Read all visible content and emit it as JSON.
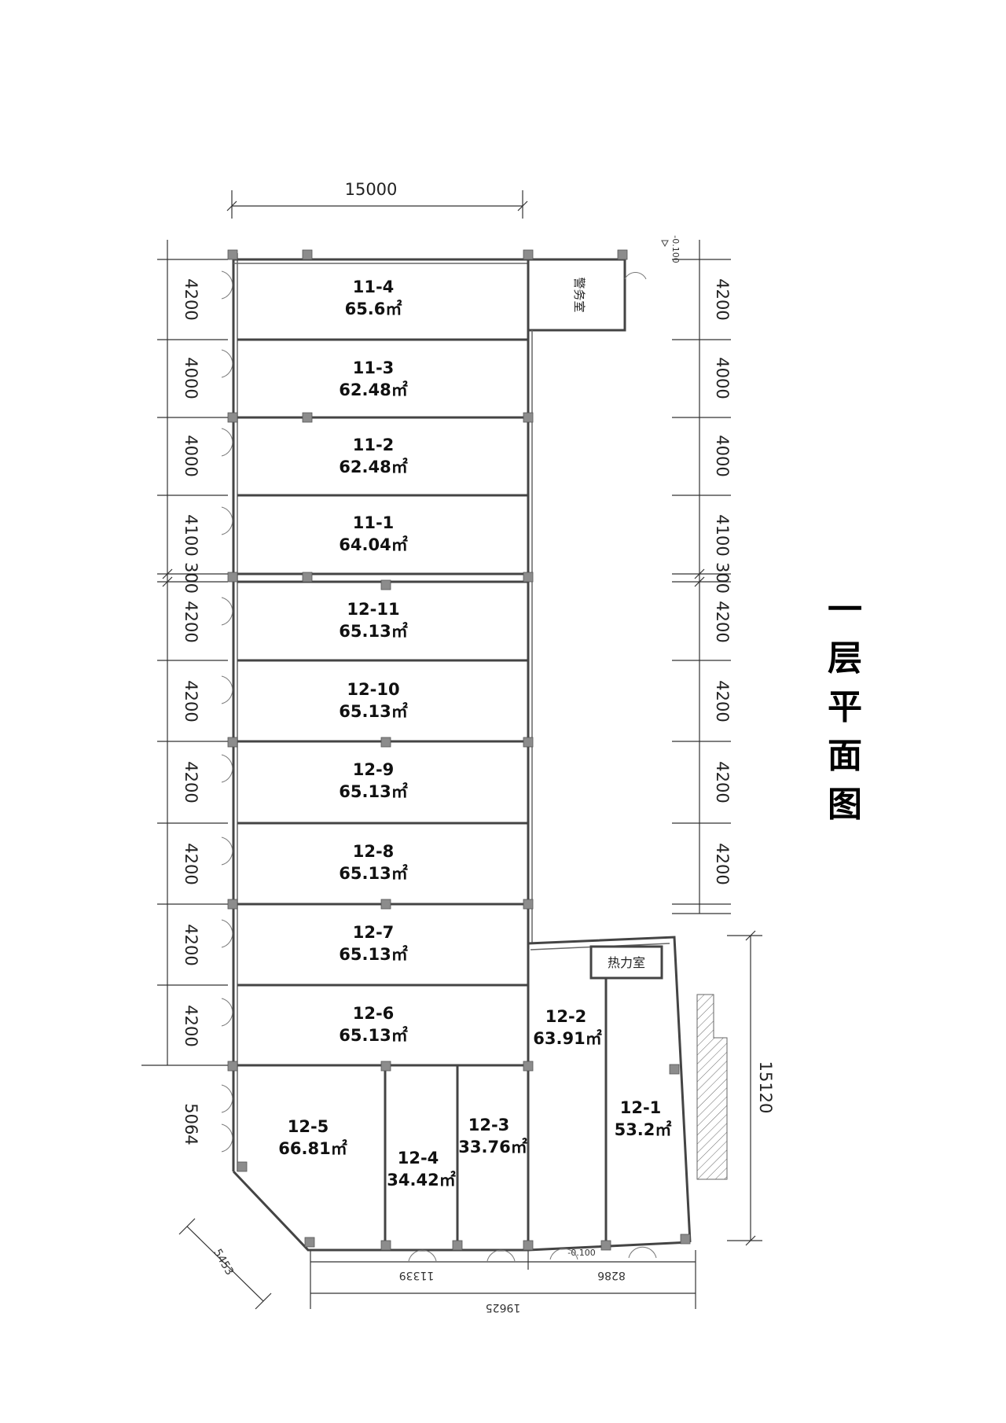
{
  "title": "一层平面图",
  "title_chars": [
    "一",
    "层",
    "平",
    "面",
    "图"
  ],
  "dimensions": {
    "top_width": "15000",
    "left": [
      "4200",
      "4000",
      "4000",
      "4100",
      "300",
      "4200",
      "4200",
      "4200",
      "4200",
      "4200",
      "4200",
      "5064"
    ],
    "right": [
      "4200",
      "4000",
      "4000",
      "4100",
      "300",
      "4200",
      "4200",
      "4200",
      "4200"
    ],
    "right_depth": "15120",
    "bottom_diagonal": "5453",
    "bottom_left": "11339",
    "bottom_right": "8286",
    "bottom_total": "19625",
    "level_top": "-0.100",
    "level_bottom": "-0.100"
  },
  "units": [
    {
      "id": "11-4",
      "area": "65.6㎡"
    },
    {
      "id": "11-3",
      "area": "62.48㎡"
    },
    {
      "id": "11-2",
      "area": "62.48㎡"
    },
    {
      "id": "11-1",
      "area": "64.04㎡"
    },
    {
      "id": "12-11",
      "area": "65.13㎡"
    },
    {
      "id": "12-10",
      "area": "65.13㎡"
    },
    {
      "id": "12-9",
      "area": "65.13㎡"
    },
    {
      "id": "12-8",
      "area": "65.13㎡"
    },
    {
      "id": "12-7",
      "area": "65.13㎡"
    },
    {
      "id": "12-6",
      "area": "65.13㎡"
    },
    {
      "id": "12-5",
      "area": "66.81㎡"
    },
    {
      "id": "12-4",
      "area": "34.42㎡"
    },
    {
      "id": "12-3",
      "area": "33.76㎡"
    },
    {
      "id": "12-2",
      "area": "63.91㎡"
    },
    {
      "id": "12-1",
      "area": "53.2㎡"
    }
  ],
  "rooms": {
    "guard_room": "警务室",
    "heat_room": "热力室"
  }
}
